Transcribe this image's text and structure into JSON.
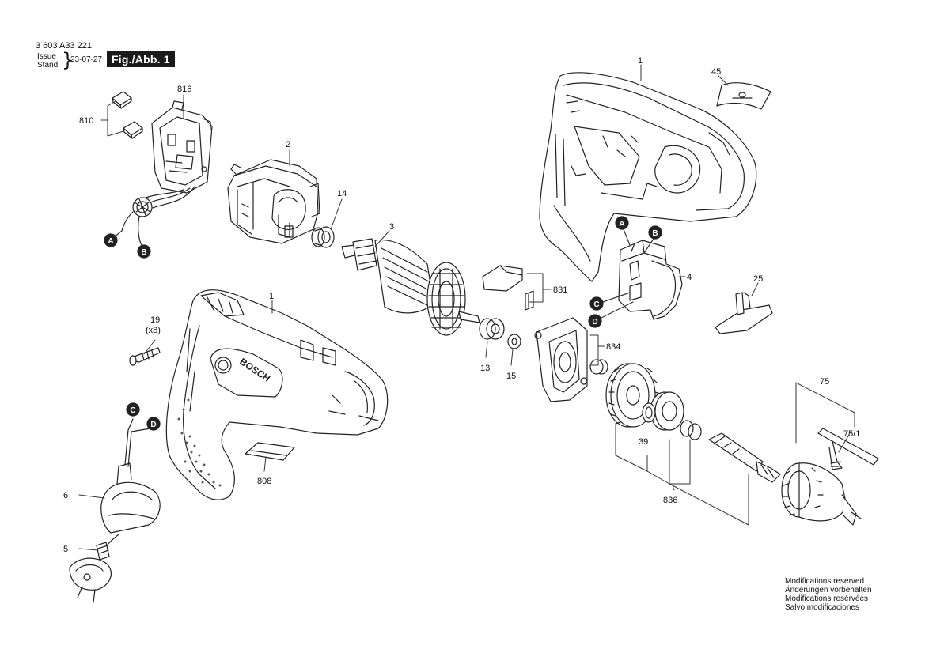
{
  "header": {
    "document_number": "3 603 A33 221",
    "issue_label": "Issue",
    "stand_label": "Stand",
    "issue_date": "23-07-27",
    "figure_label": "Fig./Abb. 1"
  },
  "brand_text": "BOSCH",
  "parts": {
    "p816": "816",
    "p810": "810",
    "p2": "2",
    "p14": "14",
    "p3": "3",
    "p1_top": "1",
    "p45": "45",
    "p1_main": "1",
    "p4": "4",
    "p25": "25",
    "p831": "831",
    "p834": "834",
    "p19": "19",
    "p19_qty": "(x8)",
    "p13": "13",
    "p15": "15",
    "p6": "6",
    "p5": "5",
    "p808": "808",
    "p39": "39",
    "p836": "836",
    "p75": "75",
    "p75_1": "75/1"
  },
  "connectors": {
    "A": "A",
    "B": "B",
    "C": "C",
    "D": "D"
  },
  "notes": [
    "Modifications reserved",
    "Änderungen vorbehalten",
    "Modifications resérvées",
    "Salvo modificaciones"
  ]
}
